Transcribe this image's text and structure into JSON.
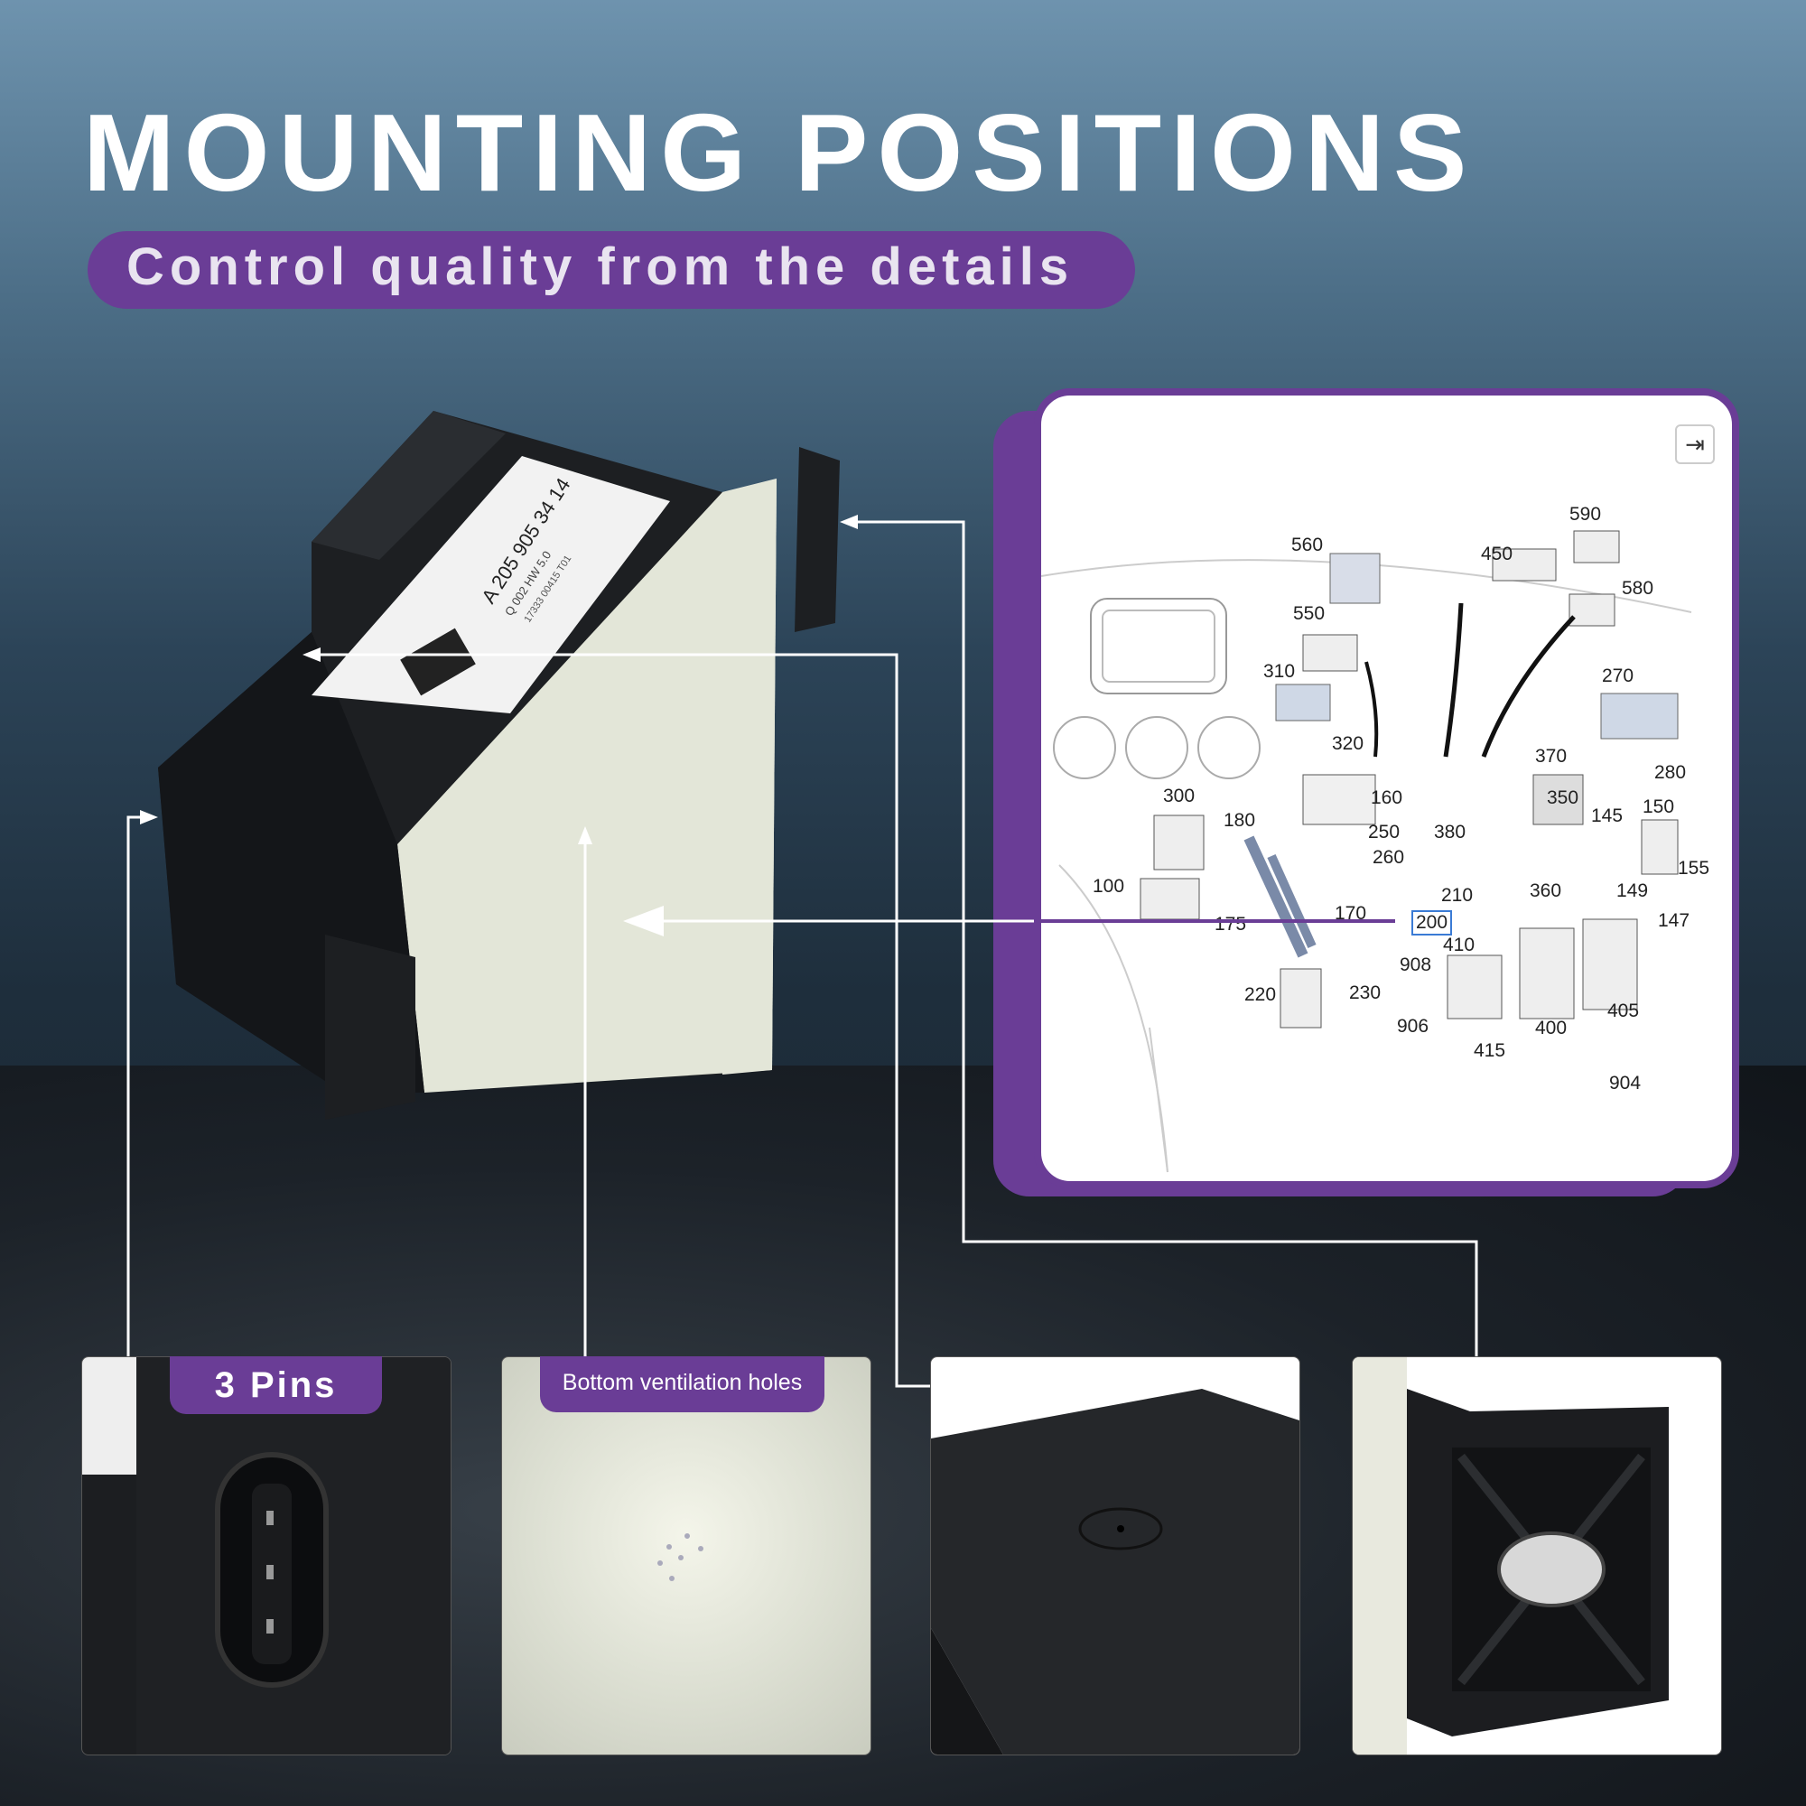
{
  "heading": "MOUNTING POSITIONS",
  "subheading": "Control quality from the details",
  "accent_color": "#6a3d96",
  "product": {
    "label_part_number": "A 205 905 34 14",
    "label_line2": "Q 002   HW 5.0",
    "label_line3": "17333 00415 T01"
  },
  "diagram": {
    "expand_icon": "⇥",
    "part_numbers": [
      "560",
      "450",
      "590",
      "550",
      "580",
      "310",
      "270",
      "320",
      "370",
      "280",
      "300",
      "160",
      "350",
      "145",
      "150",
      "180",
      "250",
      "380",
      "155",
      "260",
      "100",
      "210",
      "360",
      "149",
      "175",
      "170",
      "200",
      "147",
      "410",
      "908",
      "220",
      "230",
      "906",
      "400",
      "405",
      "415",
      "904"
    ],
    "highlighted": "200"
  },
  "panels": {
    "pins_label": "3 Pins",
    "ventilation_label": "Bottom ventilation holes"
  }
}
